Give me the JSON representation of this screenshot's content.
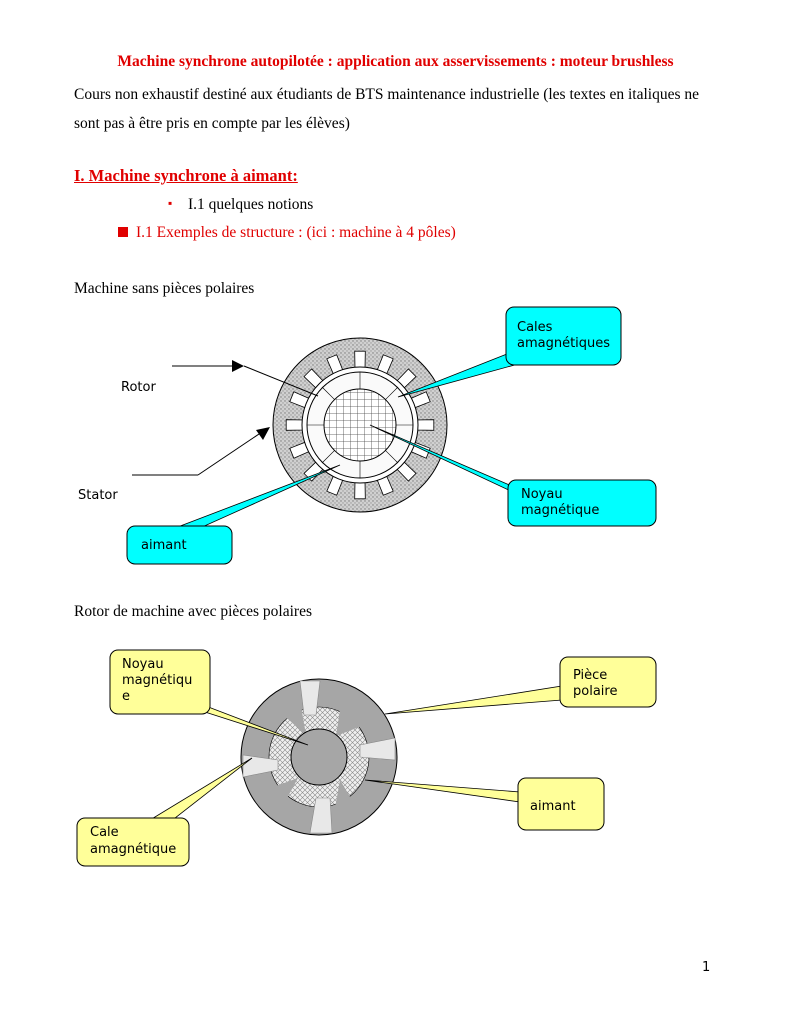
{
  "title": "Machine synchrone autopilotée : application aux asservissements : moteur brushless",
  "intro": "Cours non exhaustif destiné aux étudiants de BTS maintenance industrielle (les textes en italiques ne sont pas à être pris en compte par les élèves)",
  "section1": {
    "heading": "I. Machine synchrone à aimant:",
    "bullet1": "I.1 quelques notions",
    "bullet2": "I.1 Exemples de structure : (ici : machine à 4 pôles)"
  },
  "figure1": {
    "caption": "Machine sans pièces polaires",
    "labels": {
      "rotor": "Rotor",
      "stator": "Stator",
      "cales_line1": "Cales",
      "cales_line2": "amagnétiques",
      "noyau_line1": "Noyau",
      "noyau_line2": "magnétique",
      "aimant": "aimant"
    },
    "callout_color": "#00ffff"
  },
  "figure2": {
    "caption": "Rotor de machine avec pièces polaires",
    "labels": {
      "noyau_line1": "Noyau",
      "noyau_line2": "magnétiqu",
      "noyau_line3": "e",
      "piece_line1": "Pièce",
      "piece_line2": "polaire",
      "aimant": "aimant",
      "cale_line1": "Cale",
      "cale_line2": "amagnétique"
    },
    "callout_color": "#ffff99"
  },
  "page_number": "1"
}
